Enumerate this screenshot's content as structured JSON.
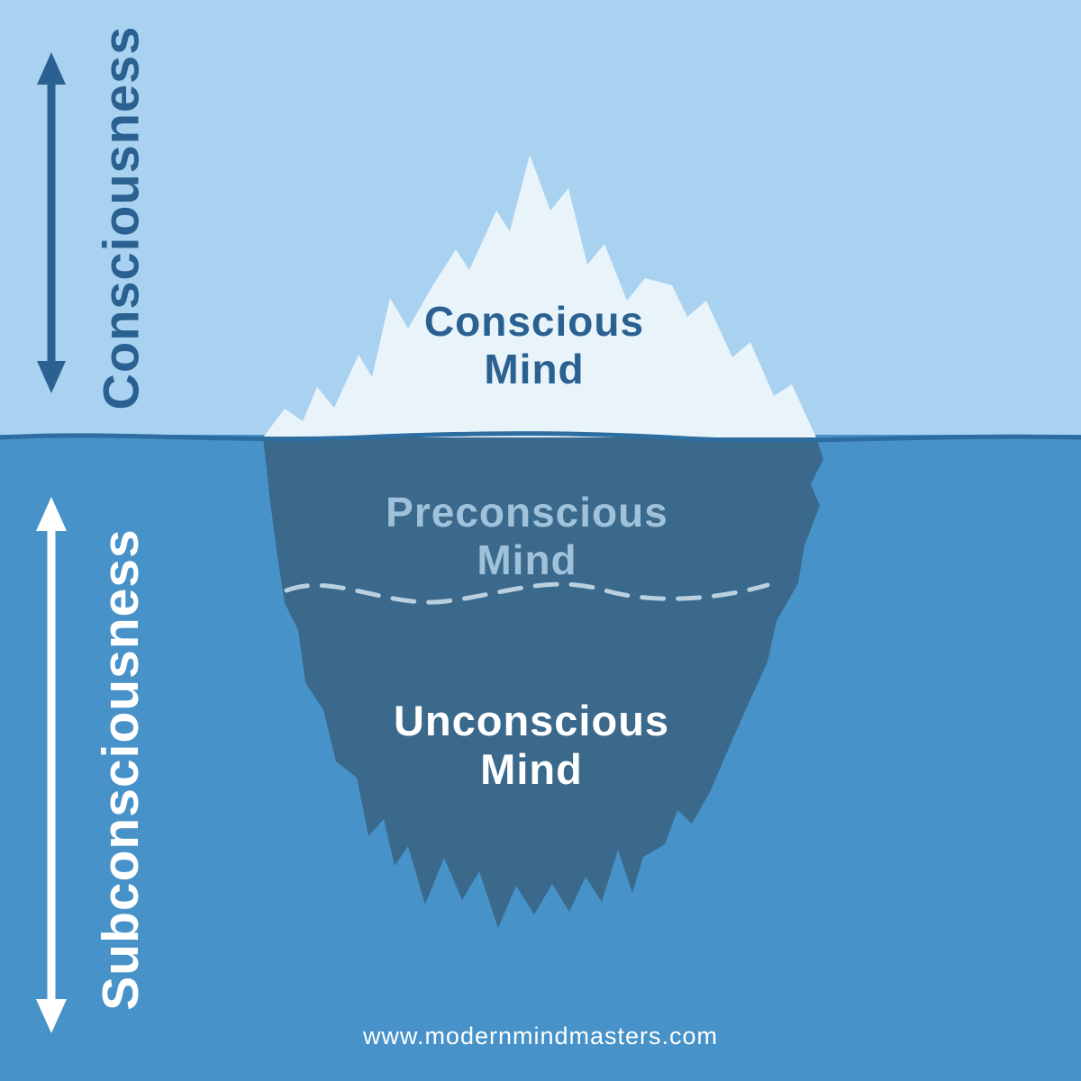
{
  "diagram": {
    "left_axis": {
      "consciousness_label": "Consciousness",
      "subconsciousness_label": "Subconsciousness"
    },
    "iceberg": {
      "conscious": {
        "line1": "Conscious",
        "line2": "Mind"
      },
      "preconscious": {
        "line1": "Preconscious",
        "line2": "Mind"
      },
      "unconscious": {
        "line1": "Unconscious",
        "line2": "Mind"
      }
    },
    "footer": {
      "website": "www.modernmindmasters.com"
    },
    "colors": {
      "sky": "#A9D2F1",
      "water": "#4792C8",
      "iceberg_above_water": "#E9F3FA",
      "iceberg_below_water": "#3A698C",
      "dark_blue_text": "#2A6191",
      "preconscious_text": "#9FC2DA",
      "white_text": "#FFFFFF",
      "dashed_divider": "#BAD0DF",
      "waterline": "#2D6DA0"
    }
  }
}
